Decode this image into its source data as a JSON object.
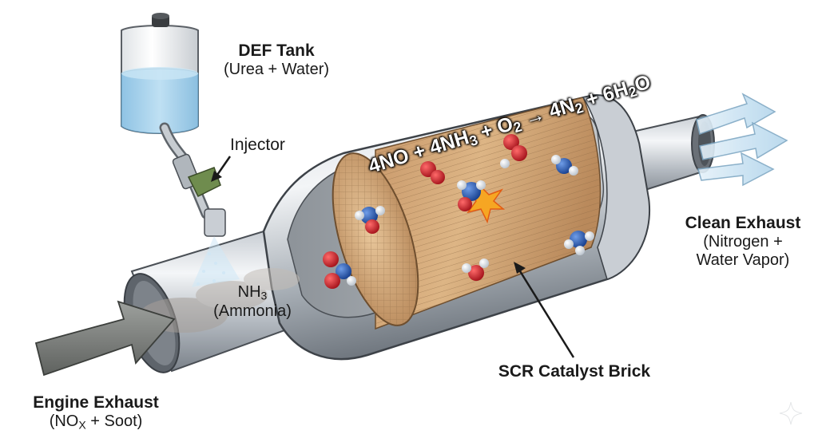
{
  "labels": {
    "def_tank": {
      "title": "DEF Tank",
      "sub": "(Urea + Water)"
    },
    "injector": "Injector",
    "ammonia": {
      "formula_main": "NH",
      "formula_sub": "3",
      "sub": "(Ammonia)"
    },
    "clean_exhaust": {
      "title": "Clean Exhaust",
      "line1": "(Nitrogen +",
      "line2": "Water Vapor)"
    },
    "engine_exhaust": {
      "title": "Engine Exhaust",
      "sub_pre": "(NO",
      "sub_sub": "X",
      "sub_post": " + Soot)"
    },
    "catalyst": "SCR Catalyst Brick"
  },
  "equation": {
    "p1": "4NO + 4NH",
    "s1": "3",
    "p2": " + O",
    "s2": "2",
    "p3": " → 4N",
    "s3": "2",
    "p4": " + 6H",
    "s4": "2",
    "p5": "O"
  },
  "colors": {
    "metal_light": "#eceff2",
    "metal_dark": "#8a9097",
    "catalyst": "#d1a673",
    "fluid": "#a9d3ec",
    "injector_green": "#6f8c4e",
    "oxygen": "#c8202a",
    "nitrogen": "#2a5cb8",
    "hydrogen": "#ffffff",
    "arrow_in": "#7f827f",
    "arrow_out": "#cfe6f5"
  },
  "icons": [
    "def-tank-icon",
    "injector-icon",
    "spray-icon",
    "molecule-icon",
    "spark-icon",
    "inlet-arrow-icon",
    "outlet-arrow-icon",
    "sparkle-icon"
  ]
}
